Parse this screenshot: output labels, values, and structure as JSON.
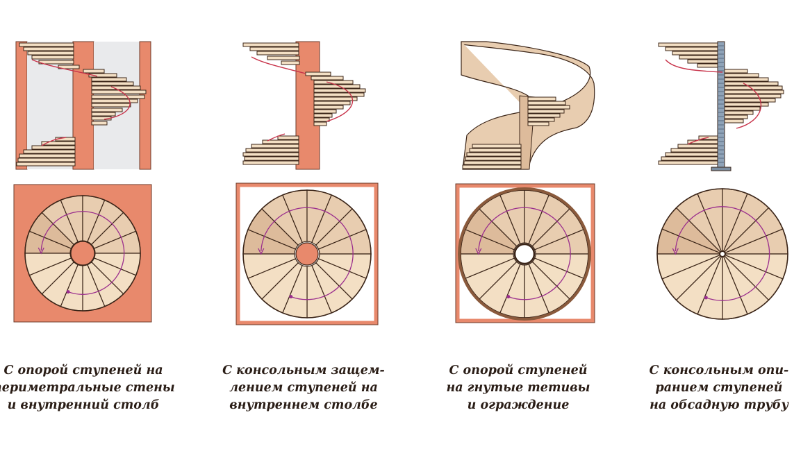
{
  "colors": {
    "wall": "#e8896c",
    "wall_edge": "#6b3a2a",
    "shaft": "#e9eaec",
    "tread": "#f3dfc4",
    "tread_dark": "#ddbb9b",
    "tread_mid": "#e8cdb0",
    "outline": "#3b2518",
    "arrow_red": "#c8344b",
    "arrow_purple": "#9a2d8d",
    "pipe": "#8fa3b8"
  },
  "panels": [
    {
      "type": "perimeter-walls-and-column",
      "caption_lines": [
        "С опорой ступеней на",
        "периметральные стены",
        "и внутренний столб"
      ]
    },
    {
      "type": "cantilever-on-column",
      "caption_lines": [
        "С консольным защем-",
        "лением ступеней на",
        "внутреннем столбе"
      ]
    },
    {
      "type": "bent-stringers",
      "caption_lines": [
        "С опорой ступеней",
        "на гнутые тетивы",
        "и ограждение"
      ]
    },
    {
      "type": "cantilever-on-pipe",
      "caption_lines": [
        "С консольным опи-",
        "ранием ступеней",
        "на обсадную трубу"
      ]
    }
  ]
}
